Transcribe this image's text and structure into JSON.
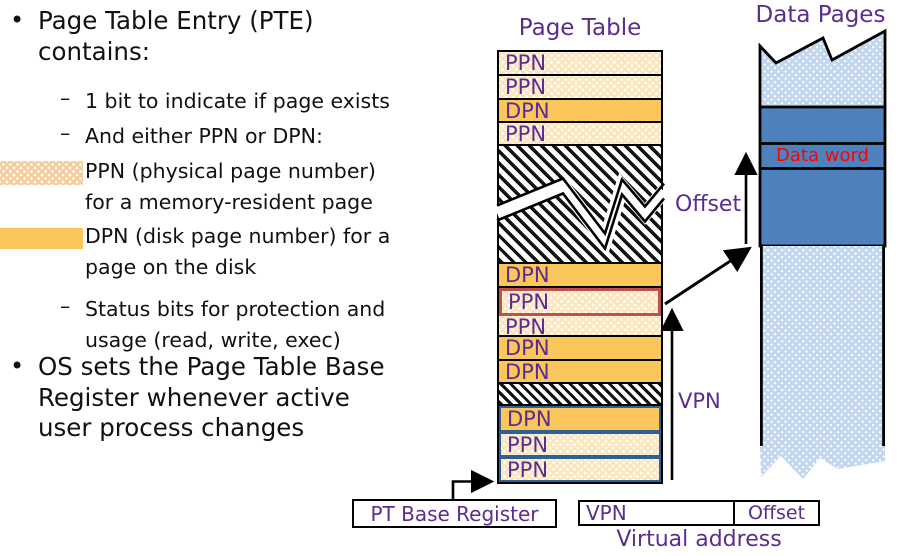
{
  "slide": {
    "marker_l1": "•",
    "marker_l2": "–",
    "bullets": {
      "b1": {
        "lines": [
          "Page Table Entry (PTE)",
          "contains:"
        ]
      },
      "sub1": "1 bit to indicate if page exists",
      "sub2": "And either PPN or DPN:",
      "legend_ppn": {
        "lines": [
          "PPN (physical page number)",
          "for a memory-resident page"
        ]
      },
      "legend_dpn": {
        "lines": [
          "DPN (disk page number) for a",
          "page on the disk"
        ]
      },
      "sub3": {
        "lines": [
          "Status bits for protection and",
          "usage (read, write, exec)"
        ]
      },
      "b2": {
        "lines": [
          "OS sets the Page Table Base",
          "Register whenever active",
          "user process changes"
        ]
      }
    }
  },
  "diagram": {
    "page_table": {
      "title": "Page Table",
      "rows": [
        {
          "label": "PPN",
          "type": "ppn"
        },
        {
          "label": "PPN",
          "type": "ppn"
        },
        {
          "label": "DPN",
          "type": "dpn"
        },
        {
          "label": "PPN",
          "type": "ppn"
        },
        {
          "label": "",
          "type": "hatch-big"
        },
        {
          "label": "DPN",
          "type": "dpn"
        },
        {
          "label": "PPN",
          "type": "ppn",
          "highlight": "red"
        },
        {
          "label": "PPN",
          "type": "ppn"
        },
        {
          "label": "DPN",
          "type": "dpn"
        },
        {
          "label": "DPN",
          "type": "dpn"
        },
        {
          "label": "",
          "type": "hatch"
        },
        {
          "label": "DPN",
          "type": "dpn",
          "highlight": "blue"
        },
        {
          "label": "PPN",
          "type": "ppn",
          "highlight": "blue"
        },
        {
          "label": "PPN",
          "type": "ppn",
          "highlight": "blue"
        }
      ]
    },
    "data_pages": {
      "title": "Data Pages",
      "data_word": "Data word"
    },
    "labels": {
      "offset": "Offset",
      "vpn": "VPN"
    },
    "pt_base_register": {
      "label": "PT Base Register"
    },
    "virtual_address": {
      "vpn": "VPN",
      "offset": "Offset",
      "caption": "Virtual address"
    }
  },
  "colors": {
    "accent_purple": "#5B2C91",
    "dpn_orange": "#FBC75D",
    "ppn_pale_orange": "#FCE6BE",
    "legend_ppn_orange": "#F8CB9B",
    "page_blue": "#4F81BD",
    "dotted_blue": "#C2D6EE",
    "highlight_red": "#C0504D",
    "highlight_blue": "#2E6096",
    "data_word_red": "#FF0000"
  }
}
